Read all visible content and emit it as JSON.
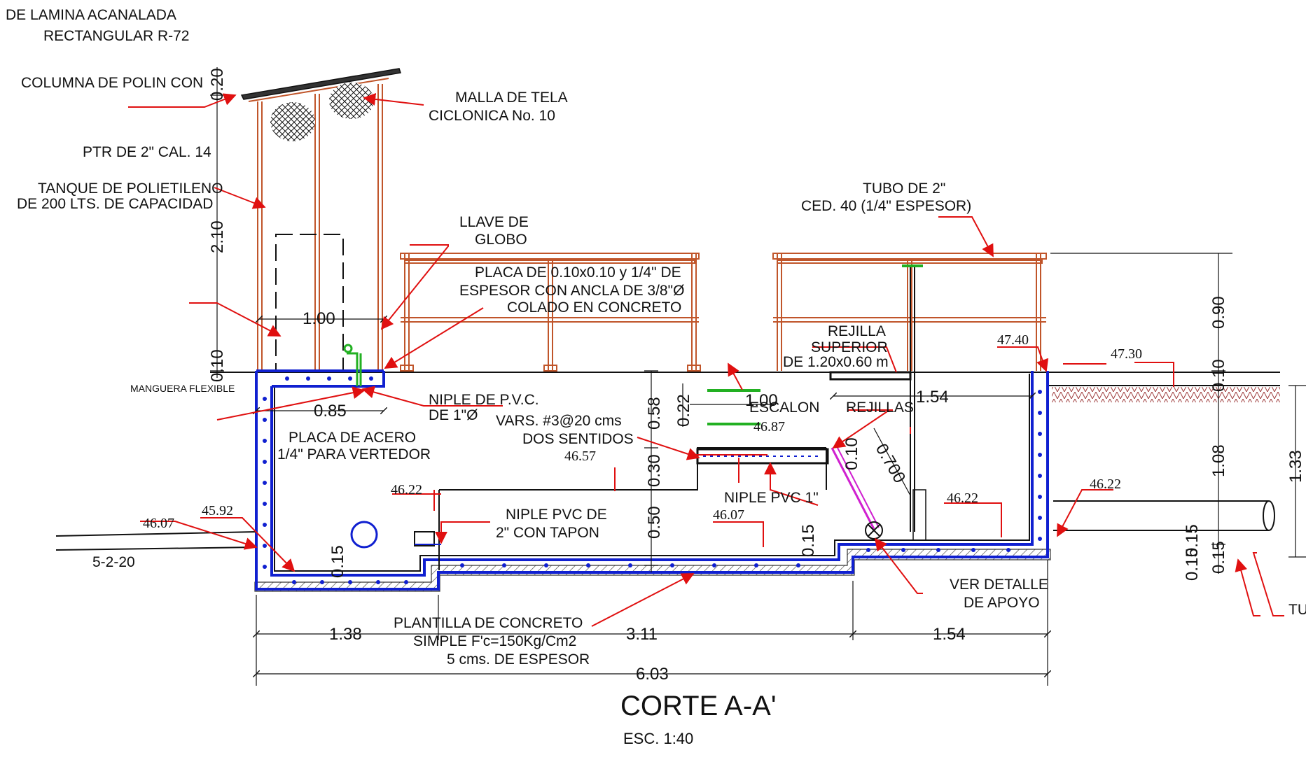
{
  "labels": {
    "lamina_1": "DE LAMINA ACANALADA",
    "lamina_2": "RECTANGULAR R-72",
    "columna": "COLUMNA DE POLIN CON",
    "malla_1": "MALLA DE TELA",
    "malla_2": "CICLONICA No. 10",
    "ptr": "PTR DE 2\" CAL. 14",
    "tanque_1": "TANQUE DE POLIETILENO",
    "tanque_2": "DE 200 LTS. DE CAPACIDAD",
    "tubo_1": "TUBO DE 2\"",
    "tubo_2": "CED. 40 (1/4\" ESPESOR)",
    "llave_1": "LLAVE DE",
    "llave_2": "GLOBO",
    "placa_anc_1": "PLACA DE 0.10x0.10 y 1/4\" DE",
    "placa_anc_2": "ESPESOR CON ANCLA DE 3/8\"Ø",
    "placa_anc_3": "COLADO EN CONCRETO",
    "rejilla_sup_1": "REJILLA",
    "rejilla_sup_2": "SUPERIOR",
    "rejilla_sup_3": "DE 1.20x0.60 m",
    "manguera": "MANGUERA FLEXIBLE",
    "niple_pvc_1in_1": "NIPLE DE P.V.C.",
    "niple_pvc_1in_2": "DE 1\"Ø",
    "escalon": "ESCALON",
    "rejillas": "REJILLAS",
    "vars_1": "VARS. #3@20 cms",
    "vars_2": "DOS SENTIDOS",
    "placa_acero_1": "PLACA DE ACERO",
    "placa_acero_2": "1/4\" PARA VERTEDOR",
    "niple_pvc_2in_1": "NIPLE PVC DE",
    "niple_pvc_2in_2": "2\" CON TAPON",
    "niple_pvc_1": "NIPLE PVC 1\"",
    "ver_detalle_1": "VER DETALLE",
    "ver_detalle_2": "DE APOYO",
    "plantilla_1": "PLANTILLA DE CONCRETO",
    "plantilla_2": "SIMPLE F'c=150Kg/Cm2",
    "plantilla_3": "5 cms. DE ESPESOR",
    "tu": "TU",
    "slope": "5-2-20"
  },
  "dimensions": {
    "d_020": "0.20",
    "d_210": "2.10",
    "d_100": "1.00",
    "d_010_left": "0.10",
    "d_085": "0.85",
    "d_058": "0.58",
    "d_022": "0.22",
    "d_100b": "1.00",
    "d_154_top": "1.54",
    "d_030": "0.30",
    "d_050": "0.50",
    "d_010_grate": "0.10",
    "d_070": "0.700",
    "d_015_a": "0.15",
    "d_015_b": "0.15",
    "d_015_c": "0.15",
    "d_015_d": "0.15",
    "d_015_e": "0.15",
    "d_090": "0.90",
    "d_010_right": "0.10",
    "d_108": "1.08",
    "d_133": "1.33",
    "d_138": "1.38",
    "d_311": "3.11",
    "d_154_bot": "1.54",
    "d_603": "6.03"
  },
  "levels": {
    "l_4740": "47.40",
    "l_4730": "47.30",
    "l_4687": "46.87",
    "l_4657": "46.57",
    "l_4622_a": "46.22",
    "l_4622_b": "46.22",
    "l_4622_c": "46.22",
    "l_4607_a": "46.07",
    "l_4607_b": "46.07",
    "l_4592": "45.92"
  },
  "title": {
    "main": "CORTE A-A'",
    "scale": "ESC. 1:40"
  },
  "colors": {
    "leader": "#e01010",
    "wall": "#1020d0",
    "rail": "#c0552a",
    "pipe_green": "#22b022",
    "grate_magenta": "#d020d0",
    "line": "#111111"
  }
}
